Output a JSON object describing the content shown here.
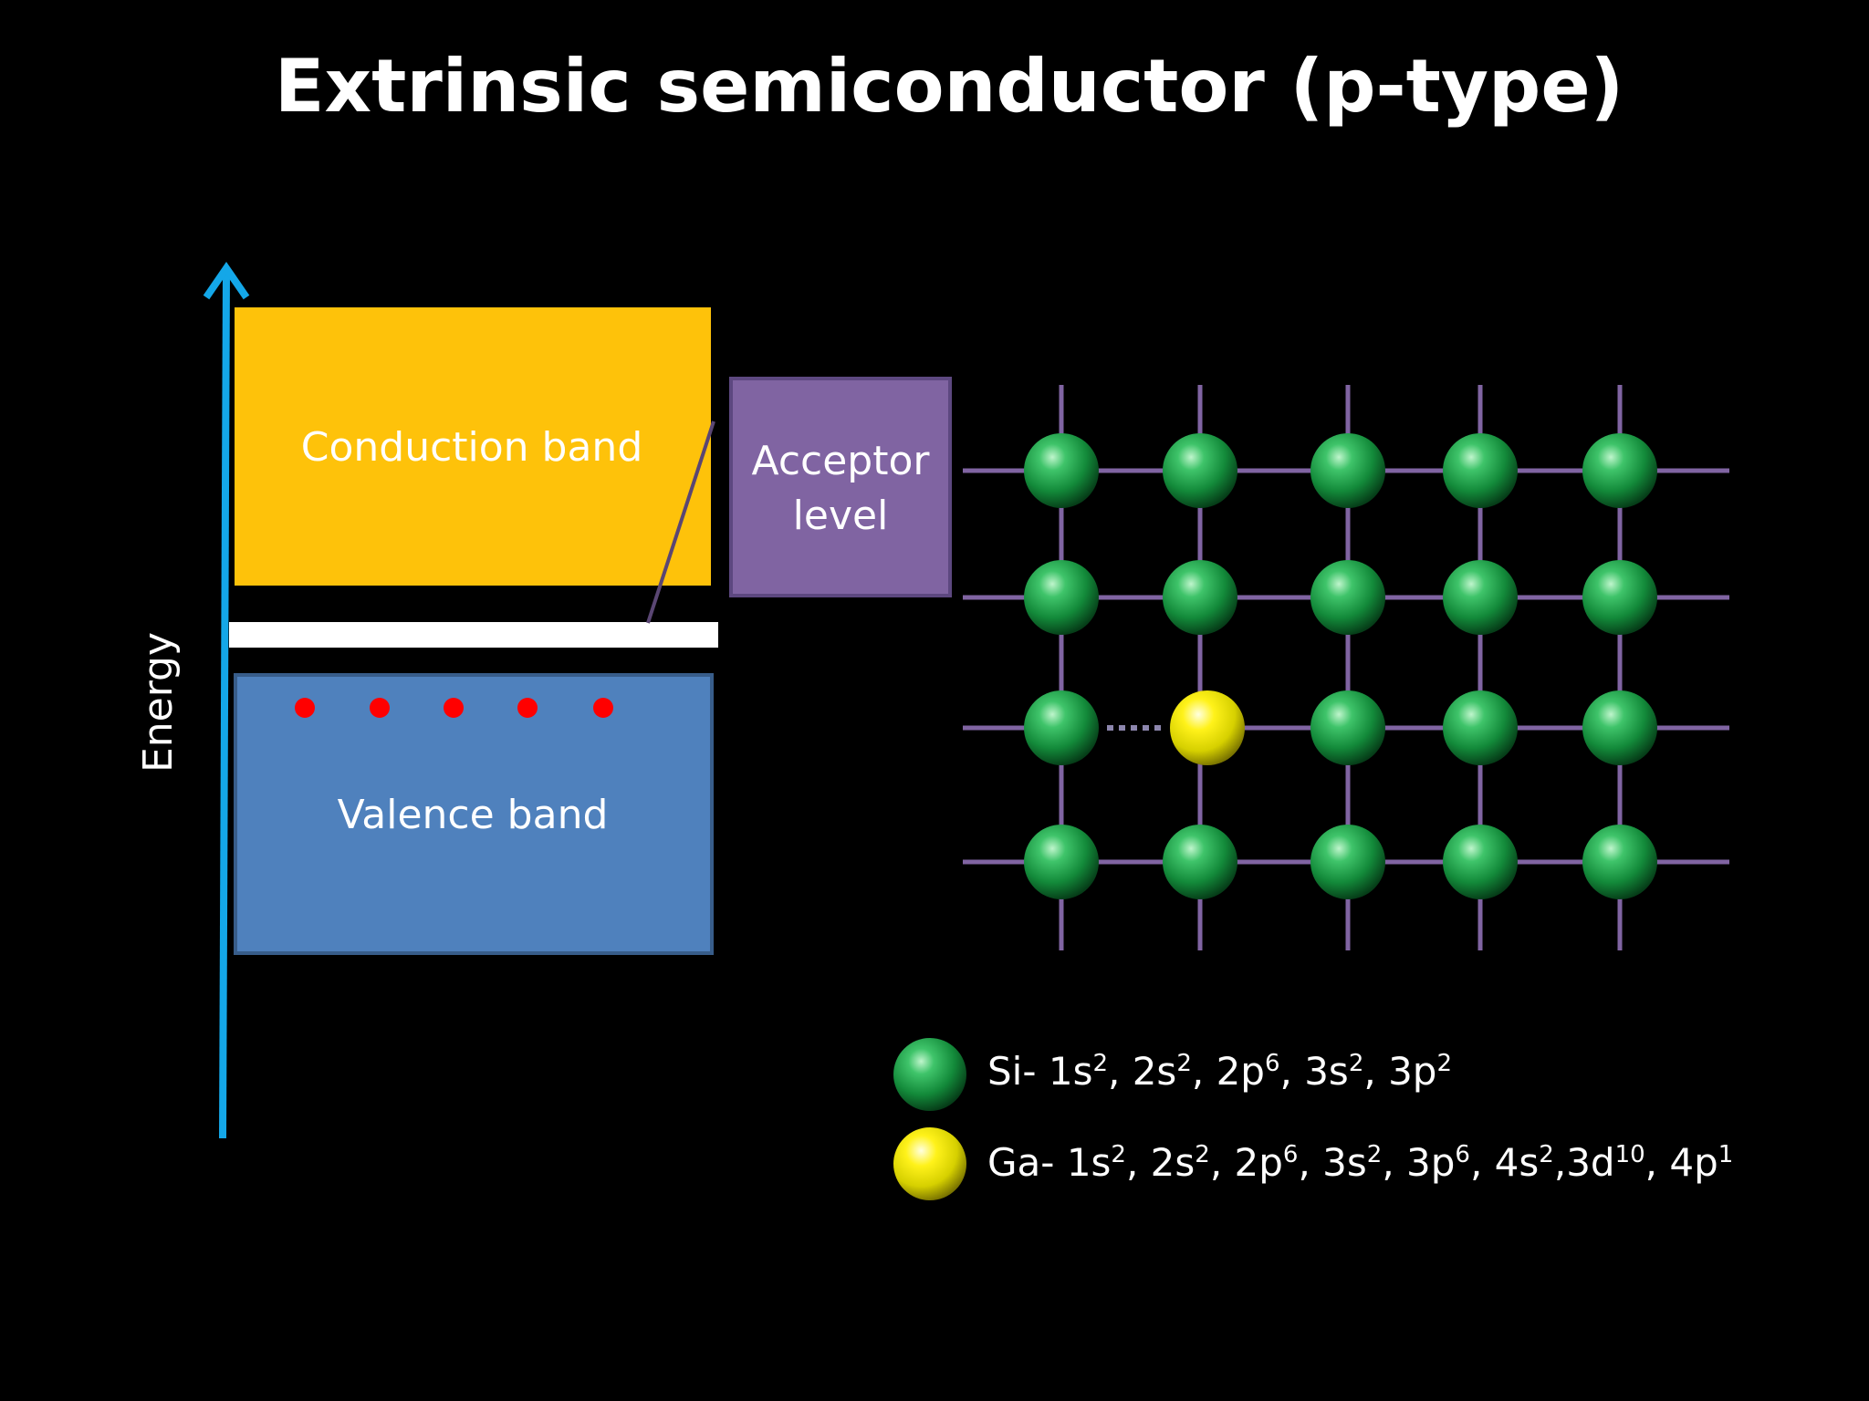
{
  "title": "Extrinsic semiconductor (p-type)",
  "energy_diagram": {
    "axis_label": "Energy",
    "conduction_band_label": "Conduction band",
    "valence_band_label": "Valence band",
    "acceptor_label_line1": "Acceptor",
    "acceptor_label_line2": "level",
    "hole_count": 5,
    "colors": {
      "axis": "#14a7e8",
      "conduction_band": "#fec20a",
      "valence_band": "#4f81bd",
      "acceptor_box": "#8064a2",
      "acceptor_level": "#ffffff",
      "hole": "#ff0000"
    }
  },
  "lattice": {
    "rows": 4,
    "cols": 5,
    "dopant_position": {
      "row": 3,
      "col": 2
    },
    "colors": {
      "bond": "#8064a2",
      "silicon": "#1a9a44",
      "gallium": "#f4f000"
    }
  },
  "legend": {
    "si": {
      "symbol": "Si-",
      "config": [
        {
          "orbital": "1s",
          "electrons": "2"
        },
        {
          "orbital": "2s",
          "electrons": "2"
        },
        {
          "orbital": "2p",
          "electrons": "6"
        },
        {
          "orbital": "3s",
          "electrons": "2"
        },
        {
          "orbital": "3p",
          "electrons": "2"
        }
      ]
    },
    "ga": {
      "symbol": "Ga-",
      "config": [
        {
          "orbital": "1s",
          "electrons": "2"
        },
        {
          "orbital": "2s",
          "electrons": "2"
        },
        {
          "orbital": "2p",
          "electrons": "6"
        },
        {
          "orbital": "3s",
          "electrons": "2"
        },
        {
          "orbital": "3p",
          "electrons": "6"
        },
        {
          "orbital": "4s",
          "electrons": "2"
        },
        {
          "orbital": "3d",
          "electrons": "10"
        },
        {
          "orbital": "4p",
          "electrons": "1"
        }
      ],
      "separators": [
        ", ",
        ", ",
        ", ",
        ", ",
        ", ",
        ",",
        ", ",
        ""
      ]
    }
  }
}
